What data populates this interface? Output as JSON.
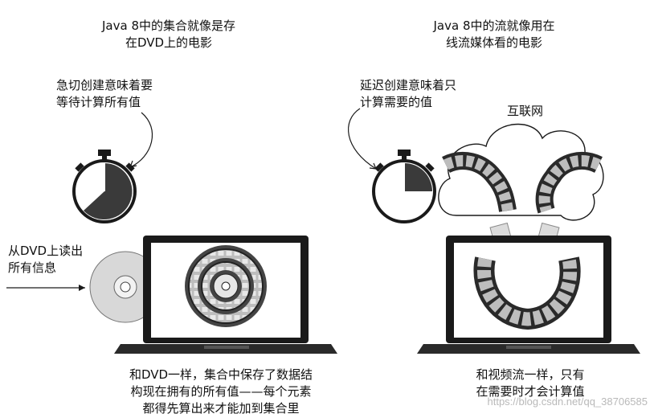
{
  "left": {
    "title_line1": "Java 8中的集合就像是存",
    "title_line2": "在DVD上的电影",
    "eager_line1": "急切创建意味着要",
    "eager_line2": "等待计算所有值",
    "read_line1": "从DVD上读出",
    "read_line2": "所有信息",
    "caption_line1": "和DVD一样，集合中保存了数据结",
    "caption_line2": "构现在拥有的所有值——每个元素",
    "caption_line3": "都得先算出来才能加到集合里"
  },
  "right": {
    "title_line1": "Java 8中的流就像用在",
    "title_line2": "线流媒体看的电影",
    "lazy_line1": "延迟创建意味着只",
    "lazy_line2": "计算需要的值",
    "internet_label": "互联网",
    "caption_line1": "和视频流一样，只有",
    "caption_line2": "在需要时才会计算值"
  },
  "watermark": "https://blog.csdn.net/qq_38706585",
  "colors": {
    "dark": "#1a1a1a",
    "fill_gray": "#3a3a3a",
    "light_gray": "#cfcfcf"
  }
}
